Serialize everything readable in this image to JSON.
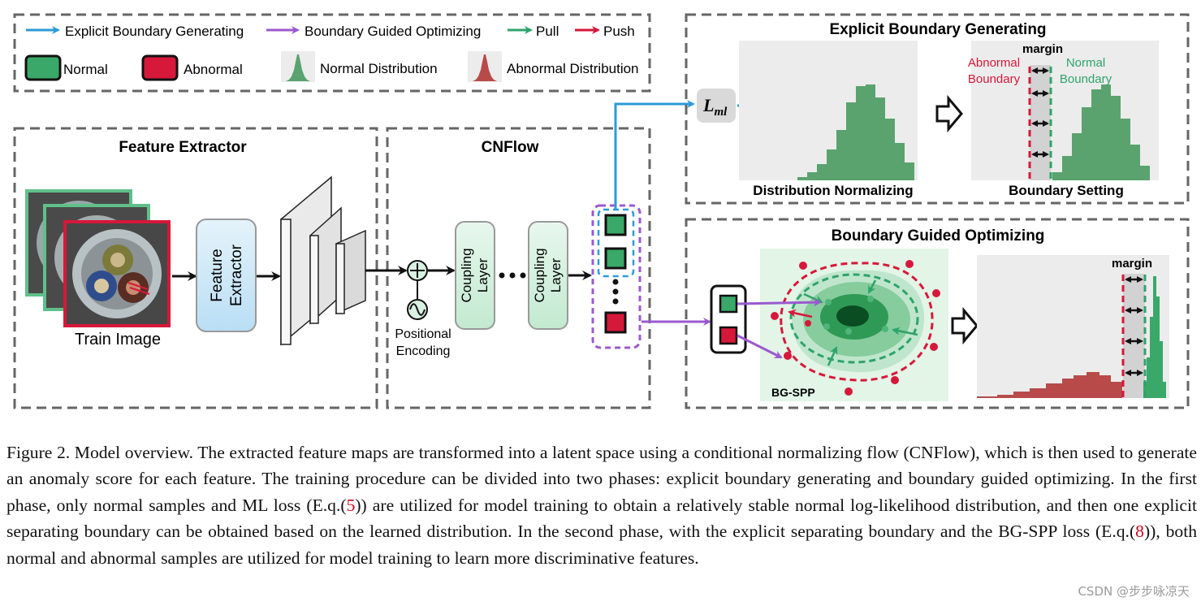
{
  "legend": {
    "explicit_boundary_generating": "Explicit Boundary Generating",
    "boundary_guided_optimizing": "Boundary Guided Optimizing",
    "pull": "Pull",
    "push": "Push",
    "normal": "Normal",
    "abnormal": "Abnormal",
    "normal_distribution": "Normal Distribution",
    "abnormal_distribution": "Abnormal Distribution"
  },
  "feature_extractor_panel": {
    "title": "Feature Extractor",
    "block_label_line1": "Feature",
    "block_label_line2": "Extractor",
    "train_image_label": "Train Image"
  },
  "cnflow_panel": {
    "title": "CNFlow",
    "coupling_line1": "Coupling",
    "coupling_line2": "Layer",
    "positional_line1": "Positional",
    "positional_line2": "Encoding"
  },
  "loss_label": "L",
  "loss_subscript": "ml",
  "ebg_panel": {
    "title": "Explicit Boundary Generating",
    "margin": "margin",
    "abnormal_boundary_line1": "Abnormal",
    "abnormal_boundary_line2": "Boundary",
    "normal_boundary_line1": "Normal",
    "normal_boundary_line2": "Boundary",
    "left_caption": "Distribution Normalizing",
    "right_caption": "Boundary Setting"
  },
  "bgo_panel": {
    "title": "Boundary Guided Optimizing",
    "bg_spp": "BG-SPP",
    "margin": "margin"
  },
  "colors": {
    "blue_arrow": "#2b9bd6",
    "purple_arrow": "#9b59d0",
    "pull": "#2ea36b",
    "push": "#d6183a",
    "normal_green": "#3aa868",
    "abnormal_red": "#d6183a",
    "normal_dist": "#5aa36e",
    "abnormal_dist": "#b84a4a"
  },
  "caption": {
    "part1": "Figure 2. Model overview. The extracted feature maps are transformed into a latent space using a conditional normalizing flow (CNFlow), which is then used to generate an anomaly score for each feature. The training procedure can be divided into two phases: explicit boundary generating and boundary guided optimizing. In the first phase, only normal samples and ML loss (E.q.(",
    "ref1": "5",
    "part2": ")) are utilized for model training to obtain a relatively stable normal log-likelihood distribution, and then one explicit separating boundary can be obtained based on the learned distribution. In the second phase, with the explicit separating boundary and the BG-SPP loss (E.q.(",
    "ref2": "8",
    "part3": ")), both normal and abnormal samples are utilized for model training to learn more discriminative features."
  },
  "watermark": "CSDN @步步咏凉天"
}
